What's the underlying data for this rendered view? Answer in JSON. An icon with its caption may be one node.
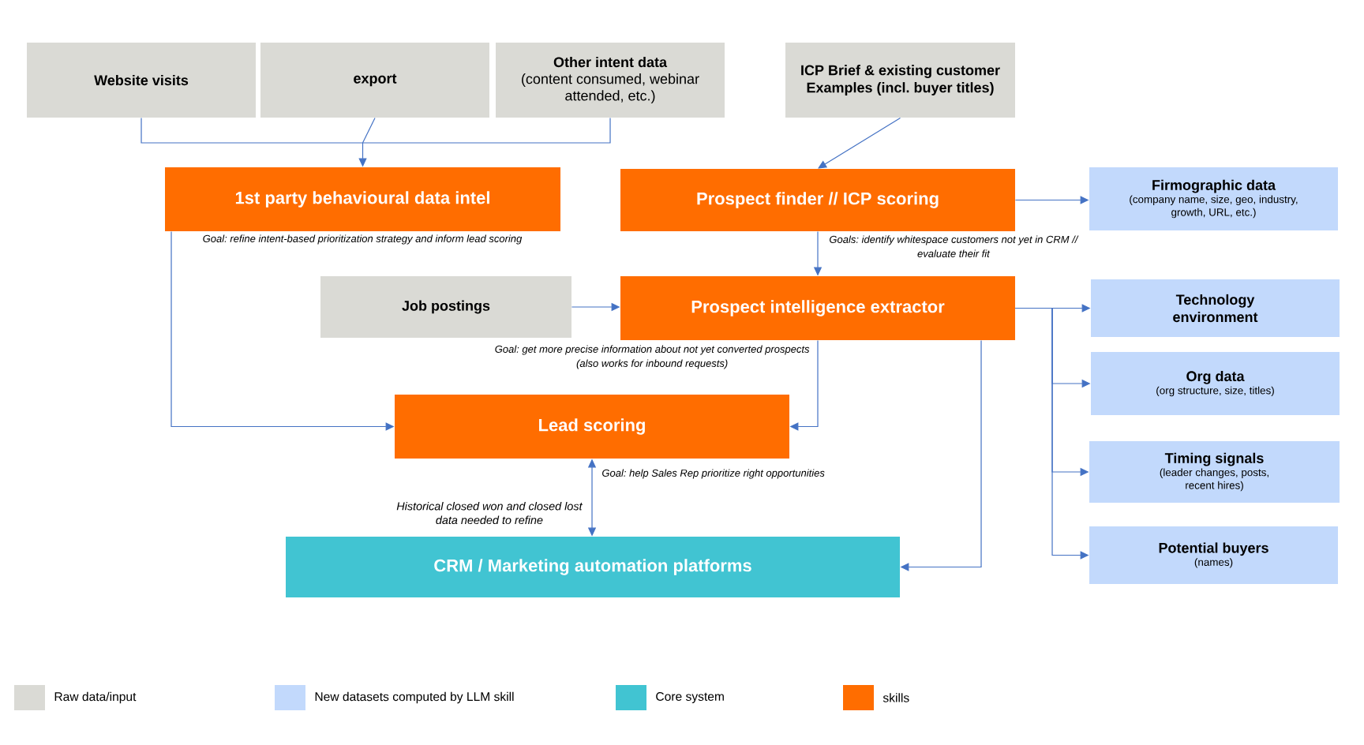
{
  "diagram": {
    "nodes": [
      {
        "text": [
          "Website visits"
        ]
      },
      {
        "text": [
          "export"
        ]
      },
      {
        "text": [
          "Other intent data",
          "(content consumed, webinar attended, etc.)"
        ]
      },
      {
        "text": [
          "ICP Brief & existing customer Examples (incl. buyer titles)"
        ]
      },
      {
        "text": [
          "1st party behavioural data intel"
        ],
        "beside": [
          "Goal: refine intent-based prioritization strategy and inform lead scoring"
        ]
      },
      {
        "text": [
          "Prospect finder // ICP scoring"
        ],
        "beside": [
          "Goals: identify whitespace customers not yet in CRM // evaluate their fit"
        ]
      },
      {
        "text": [
          "Firmographic data",
          "(company name, size, geo, industry, growth, URL, etc.)"
        ]
      },
      {
        "text": [
          "Job postings"
        ]
      },
      {
        "text": [
          "Prospect intelligence extractor"
        ],
        "beside": [
          "Goal: get more precise information about not yet converted prospects (also works for inbound requests)"
        ]
      },
      {
        "text": [
          "Technology environment"
        ]
      },
      {
        "text": [
          "Org data",
          "(org structure, size, titles)"
        ]
      },
      {
        "text": [
          "Timing signals",
          "(leader changes, posts, recent hires)"
        ]
      },
      {
        "text": [
          "Potential buyers",
          "(names)"
        ]
      },
      {
        "text": [
          "Lead scoring"
        ],
        "beside": [
          "Goal: help Sales Rep prioritize right opportunities"
        ]
      },
      {
        "text": [
          "CRM / Marketing automation platforms"
        ]
      }
    ],
    "edges": [
      {
        "from": 0,
        "to": 4,
        "arrow": "to"
      },
      {
        "from": 1,
        "to": 4,
        "arrow": "to"
      },
      {
        "from": 2,
        "to": 4,
        "arrow": "to"
      },
      {
        "from": 3,
        "to": 5,
        "arrow": "to"
      },
      {
        "from": 5,
        "to": 6,
        "arrow": "to"
      },
      {
        "from": 5,
        "to": 8,
        "arrow": "to"
      },
      {
        "from": 7,
        "to": 8,
        "arrow": "to"
      },
      {
        "from": 8,
        "to": 9,
        "arrow": "to"
      },
      {
        "from": 8,
        "to": 10,
        "arrow": "to"
      },
      {
        "from": 8,
        "to": 11,
        "arrow": "to"
      },
      {
        "from": 8,
        "to": 12,
        "arrow": "to"
      },
      {
        "from": 4,
        "to": 13,
        "arrow": "to"
      },
      {
        "from": 8,
        "to": 13,
        "arrow": "to"
      },
      {
        "from": 13,
        "to": 14,
        "arrow": "both",
        "label": "Historical closed won and closed lost data needed to refine"
      },
      {
        "from": 8,
        "to": 14,
        "arrow": "to"
      }
    ],
    "legend": [
      {
        "text": "Raw data/input",
        "color": "#dadad5"
      },
      {
        "text": "New datasets computed by LLM skill",
        "color": "#c2d9fc"
      },
      {
        "text": "Core system",
        "color": "#41c4d2"
      },
      {
        "text": "skills",
        "color": "#ff6d00"
      }
    ]
  }
}
